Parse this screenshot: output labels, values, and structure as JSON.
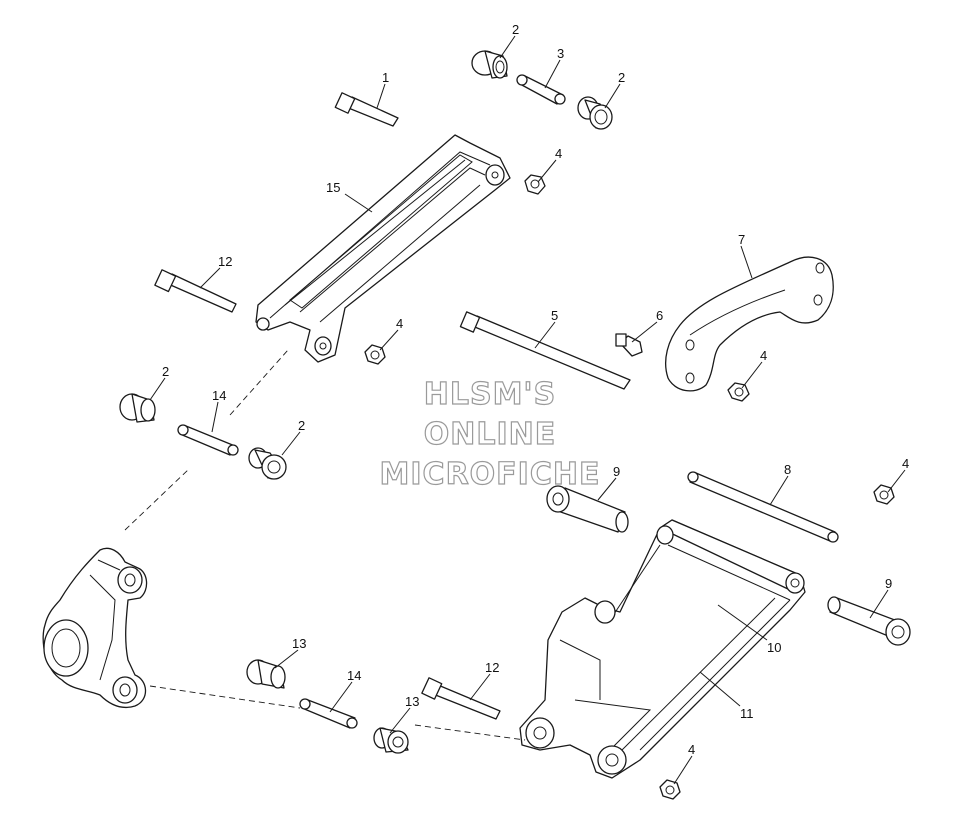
{
  "watermark": {
    "line1": "HLSM'S",
    "line2": "ONLINE",
    "line3": "MICROFICHE"
  },
  "callouts": [
    "1",
    "2",
    "3",
    "2",
    "4",
    "15",
    "12",
    "4",
    "5",
    "6",
    "7",
    "4",
    "2",
    "14",
    "2",
    "9",
    "8",
    "4",
    "10",
    "9",
    "13",
    "14",
    "12",
    "13",
    "11",
    "4"
  ]
}
